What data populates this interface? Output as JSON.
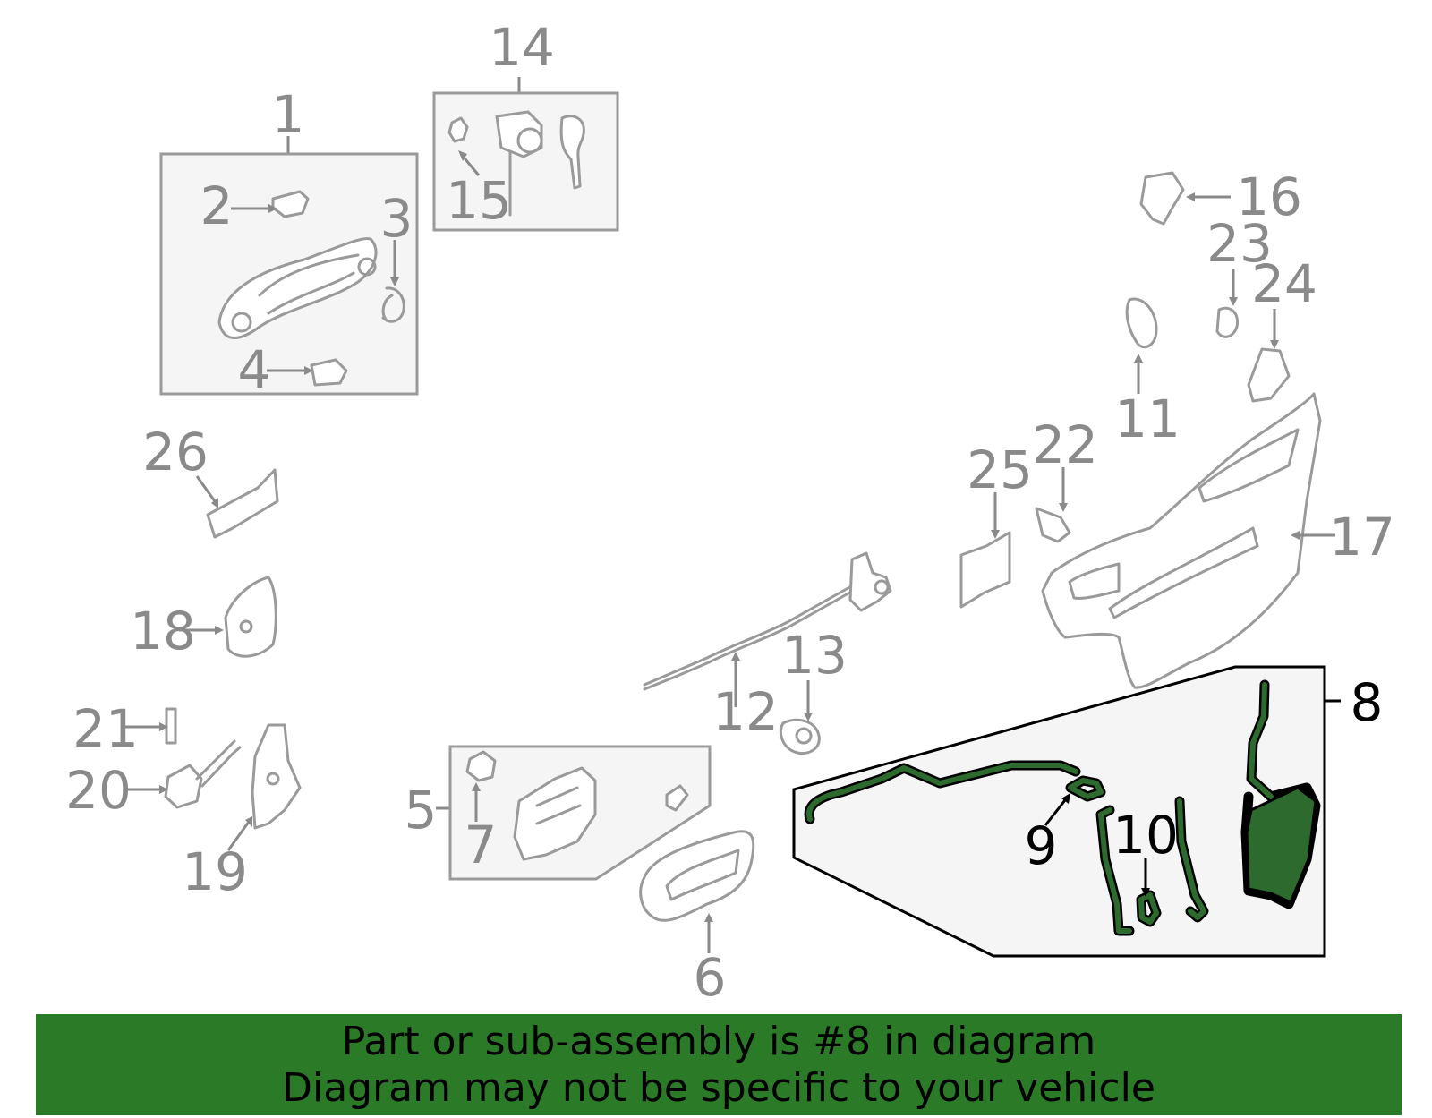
{
  "colors": {
    "highlight": "#2d6a2d",
    "banner_background": "#2a7a28",
    "box_fill": "#f5f5f5",
    "part_stroke": "#9a9a9a",
    "callout_text": "#8a8a8a",
    "highlight_text": "#000000"
  },
  "callouts": {
    "c1": "1",
    "c2": "2",
    "c3": "3",
    "c4": "4",
    "c5": "5",
    "c6": "6",
    "c7": "7",
    "c8": "8",
    "c9": "9",
    "c10": "10",
    "c11": "11",
    "c12": "12",
    "c13": "13",
    "c14": "14",
    "c15": "15",
    "c16": "16",
    "c17": "17",
    "c18": "18",
    "c19": "19",
    "c20": "20",
    "c21": "21",
    "c22": "22",
    "c23": "23",
    "c24": "24",
    "c25": "25",
    "c26": "26"
  },
  "highlighted_callout": "8",
  "banner": {
    "line1": "Part or sub-assembly is #8 in diagram",
    "line2": "Diagram may not be specific to your vehicle"
  }
}
